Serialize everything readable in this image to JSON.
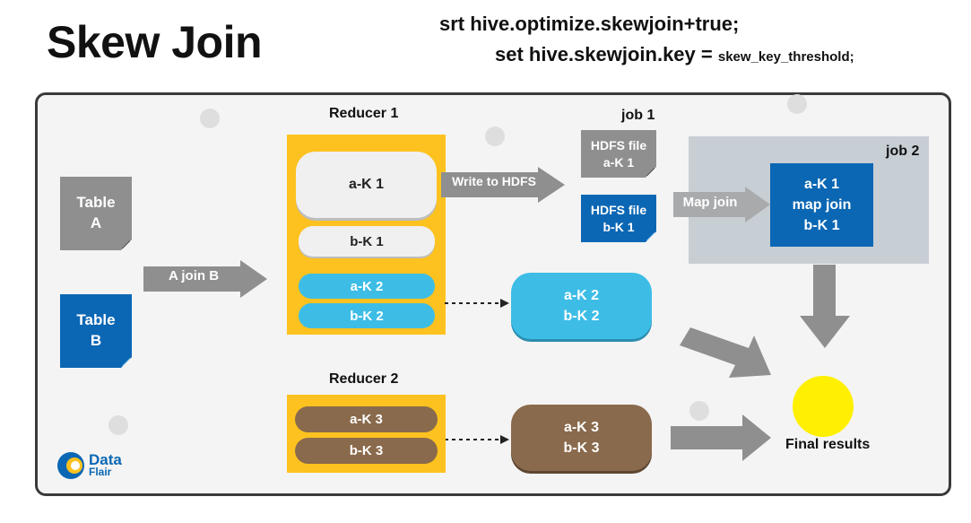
{
  "header": {
    "title": "Skew Join",
    "command_1": "srt hive.optimize.skewjoin+true;",
    "command_2_main": "set hive.skewjoin.key =",
    "command_2_value": "skew_key_threshold;"
  },
  "tables": {
    "a_line1": "Table",
    "a_line2": "A",
    "b_line1": "Table",
    "b_line2": "B"
  },
  "arrows": {
    "a_join_b": "A join B",
    "write_to_hdfs": "Write to HDFS",
    "map_join": "Map join"
  },
  "reducer1": {
    "title": "Reducer 1",
    "items": [
      "a-K 1",
      "b-K 1",
      "a-K 2",
      "b-K 2"
    ]
  },
  "reducer2": {
    "title": "Reducer 2",
    "items": [
      "a-K 3",
      "b-K 3"
    ]
  },
  "job1": {
    "title": "job 1",
    "file_a_line1": "HDFS file",
    "file_a_line2": "a-K 1",
    "file_b_line1": "HDFS file",
    "file_b_line2": "b-K 1"
  },
  "job2": {
    "title": "job 2",
    "box_line1": "a-K 1",
    "box_line2": "map join",
    "box_line3": "b-K 1"
  },
  "outputs": {
    "k2_line1": "a-K 2",
    "k2_line2": "b-K 2",
    "k3_line1": "a-K 3",
    "k3_line2": "b-K 3"
  },
  "final": {
    "label": "Final results"
  },
  "logo": {
    "line1": "Data",
    "line2": "Flair"
  },
  "colors": {
    "reducer_yellow": "#fdc21f",
    "pill_white": "#f0f0f0",
    "pill_cyan": "#3dbde6",
    "pill_brown": "#8a6a4c",
    "doc_gray": "#8f8f8f",
    "doc_blue": "#0b67b4",
    "job2_bg": "#c7ced4",
    "final_yellow": "#ffef00"
  }
}
